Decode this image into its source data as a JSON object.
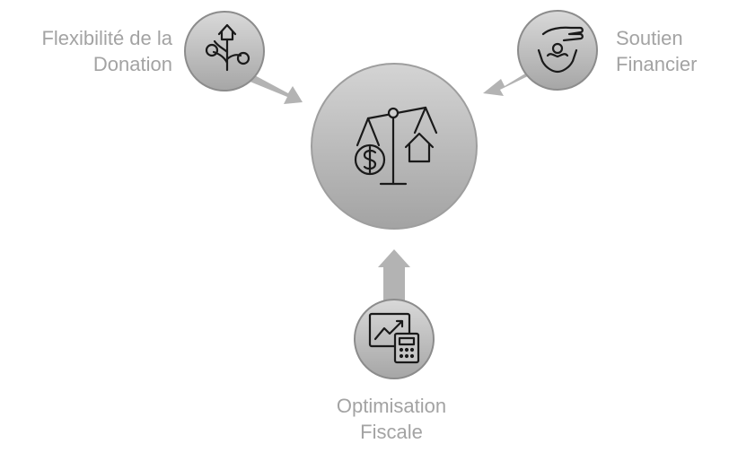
{
  "colors": {
    "node_fill_top": "#d9d9d9",
    "node_fill_bottom": "#a6a6a6",
    "node_stroke": "#8c8c8c",
    "arrow_fill": "#b3b3b3",
    "label_text": "#a3a3a3",
    "icon_stroke": "#1a1a1a"
  },
  "center": {
    "icon": "balance-scale-icon"
  },
  "nodes": [
    {
      "id": "flexibility",
      "label_lines": [
        "Flexibilité de la",
        "Donation"
      ],
      "icon": "tree-house-icon"
    },
    {
      "id": "support",
      "label_lines": [
        "Soutien",
        "Financier"
      ],
      "icon": "hand-support-icon"
    },
    {
      "id": "tax",
      "label_lines": [
        "Optimisation",
        "Fiscale"
      ],
      "icon": "chart-calculator-icon"
    }
  ]
}
